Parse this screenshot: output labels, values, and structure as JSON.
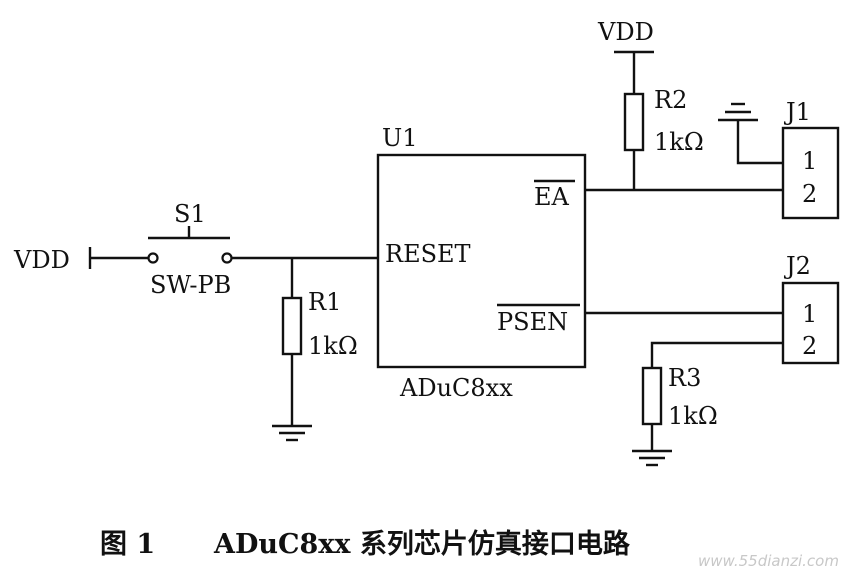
{
  "labels": {
    "vdd_top": "VDD",
    "vdd_left": "VDD",
    "u1": "U1",
    "chip": "ADuC8xx",
    "reset": "RESET",
    "ea": "EA",
    "psen": "PSEN",
    "s1": "S1",
    "sw": "SW-PB",
    "r1": "R1",
    "r1v": "1kΩ",
    "r2": "R2",
    "r2v": "1kΩ",
    "r3": "R3",
    "r3v": "1kΩ",
    "j1": "J1",
    "j1p1": "1",
    "j1p2": "2",
    "j2": "J2",
    "j2p1": "1",
    "j2p2": "2"
  },
  "caption": {
    "number": "图 1",
    "title": "ADuC8xx 系列芯片仿真接口电路"
  },
  "watermark": "www.55dianzi.com"
}
